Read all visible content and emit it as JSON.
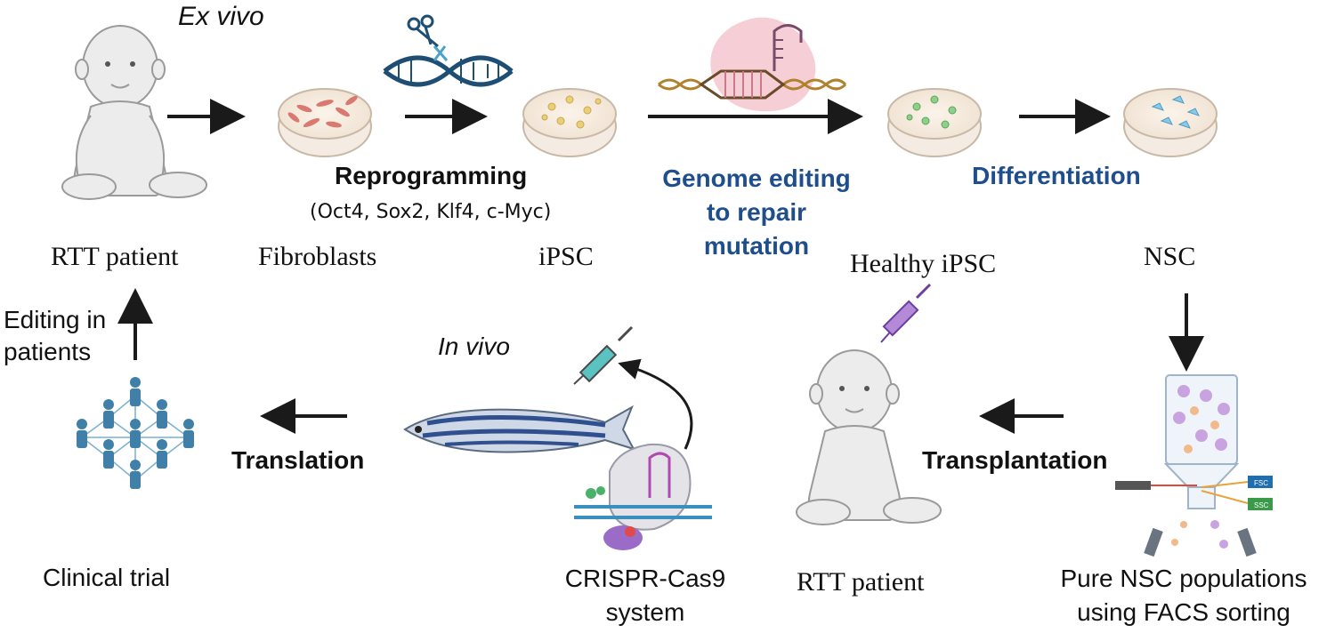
{
  "colors": {
    "accent_blue": "#1f4e8c",
    "arrow": "#1a1a1a",
    "people_blue": "#3f7fa8",
    "skin_gray": "#ececec",
    "dish_red": "#d9796f",
    "dish_yellow": "#e9cf7a",
    "dish_green": "#8fcf8a",
    "dish_cyan": "#8cc9e6",
    "dna_blue": "#1f4e74",
    "syringe_purple": "#6b3fa0",
    "syringe_teal": "#5bc2c2",
    "fish_stripe": "#2f4f8f",
    "template_pink": "#f4c7cf"
  },
  "labels": {
    "ex_vivo": "Ex vivo",
    "in_vivo": "In vivo",
    "rtt_patient_top": "RTT patient",
    "fibroblasts": "Fibroblasts",
    "reprogramming": "Reprogramming",
    "factors": "(Oct4, Sox2, Klf4, c-Myc)",
    "ipsc": "iPSC",
    "genome_editing": [
      "Genome editing",
      "to repair",
      "mutation"
    ],
    "differentiation": "Differentiation",
    "healthy_ipsc": "Healthy iPSC",
    "nsc": "NSC",
    "editing_in_patients": [
      "Editing in",
      "patients"
    ],
    "translation": "Translation",
    "transplantation": "Transplantation",
    "clinical_trial": "Clinical trial",
    "crispr": [
      "CRISPR-Cas9",
      "system"
    ],
    "rtt_patient_bottom": "RTT patient",
    "pure_nsc": [
      "Pure NSC populations",
      "using FACS sorting"
    ],
    "fsc": "FSC",
    "ssc": "SSC"
  },
  "icons": [
    "baby-sitting-icon",
    "petri-dish-fibroblasts-icon",
    "dna-scissors-icon",
    "petri-dish-ipsc-icon",
    "dna-repair-template-icon",
    "petri-dish-healthy-ipsc-icon",
    "petri-dish-nsc-icon",
    "facs-column-icon",
    "syringe-icon",
    "baby-injection-icon",
    "zebrafish-icon",
    "cas9-complex-icon",
    "people-network-icon"
  ]
}
